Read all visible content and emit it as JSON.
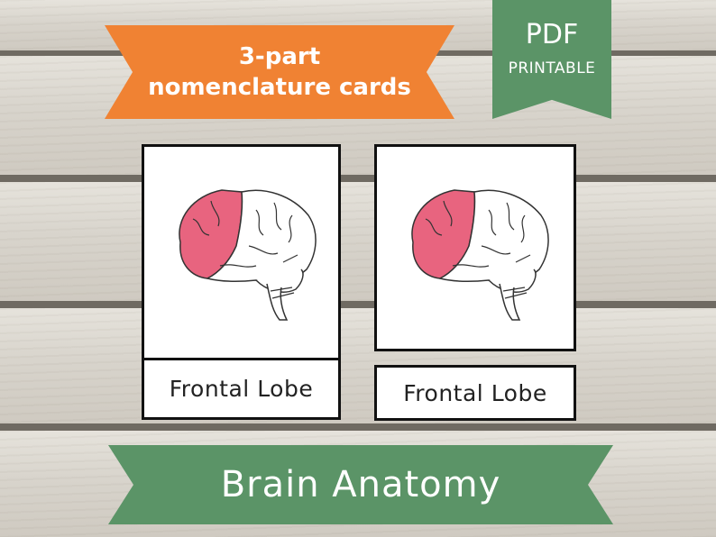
{
  "banner": {
    "line1": "3-part",
    "line2": "nomenclature cards"
  },
  "ribbon": {
    "format": "PDF",
    "sub": "PRINTABLE"
  },
  "cards": {
    "label_left": "Frontal Lobe",
    "label_right": "Frontal Lobe"
  },
  "title": "Brain Anatomy",
  "colors": {
    "orange": "#f08233",
    "green": "#5b9467",
    "lobe_highlight": "#e8647f"
  }
}
